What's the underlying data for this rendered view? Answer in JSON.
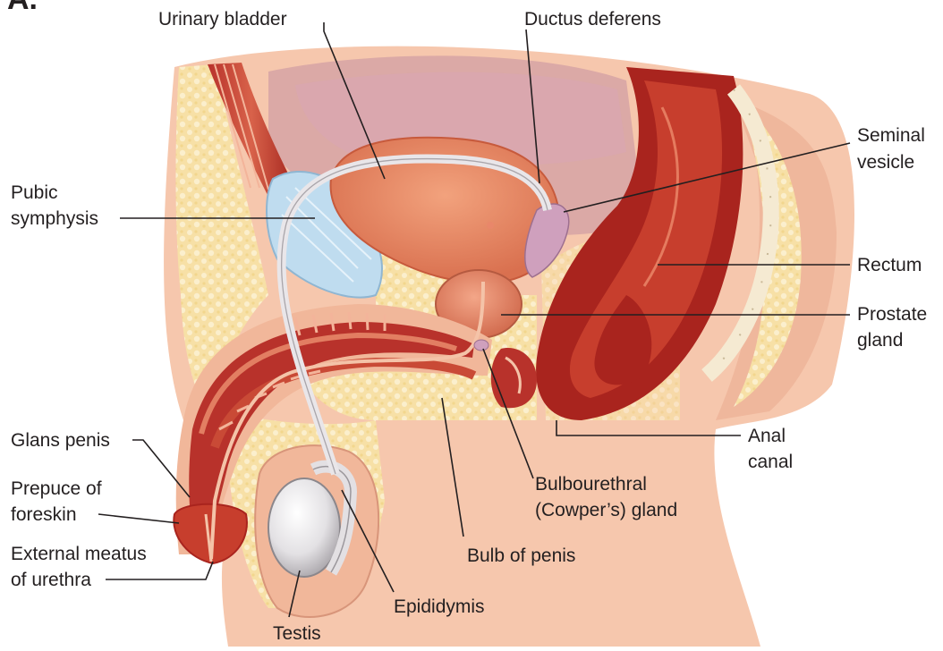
{
  "figure": {
    "panel_letter": "A.",
    "labels": {
      "urinary_bladder": "Urinary bladder",
      "ductus_deferens": "Ductus deferens",
      "seminal_vesicle": [
        "Seminal",
        "vesicle"
      ],
      "pubic_symphysis": [
        "Pubic",
        "symphysis"
      ],
      "rectum": "Rectum",
      "prostate_gland": [
        "Prostate",
        "gland"
      ],
      "anal_canal": [
        "Anal",
        "canal"
      ],
      "glans_penis": "Glans penis",
      "prepuce": [
        "Prepuce of",
        "foreskin"
      ],
      "external_meatus": [
        "External meatus",
        "of urethra"
      ],
      "bulbourethral_gland": [
        "Bulbourethral",
        "(Cowper’s) gland"
      ],
      "bulb_of_penis": "Bulb of penis",
      "epididymis": "Epididymis",
      "testis": "Testis"
    }
  }
}
